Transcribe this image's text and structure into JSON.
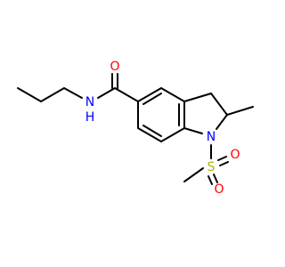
{
  "structure": {
    "atoms": {
      "carbonyl_o": "O",
      "amide_n": "N",
      "amide_h": "H",
      "ring_n": "N",
      "sulfur": "S",
      "sulfonyl_o_1": "O",
      "sulfonyl_o_2": "O"
    },
    "colors": {
      "bond": "#000000",
      "oxygen": "#ff0000",
      "nitrogen": "#0000ff",
      "sulfur": "#b3b300"
    }
  }
}
